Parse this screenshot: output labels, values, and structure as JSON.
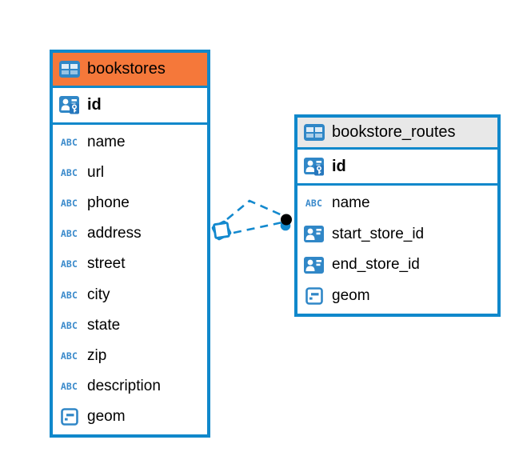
{
  "diagram": {
    "background_color": "#FFFFFF",
    "accent_blue": "#1088CB",
    "icons": {
      "text_type_label": "ABC"
    },
    "tables": [
      {
        "name": "bookstores",
        "header_color": "#F5783A",
        "columns": [
          {
            "name": "id",
            "type_icon": "primary-key-icon",
            "primary_key": true
          },
          {
            "name": "name",
            "type_icon": "text-type-icon"
          },
          {
            "name": "url",
            "type_icon": "text-type-icon"
          },
          {
            "name": "phone",
            "type_icon": "text-type-icon"
          },
          {
            "name": "address",
            "type_icon": "text-type-icon"
          },
          {
            "name": "street",
            "type_icon": "text-type-icon"
          },
          {
            "name": "city",
            "type_icon": "text-type-icon"
          },
          {
            "name": "state",
            "type_icon": "text-type-icon"
          },
          {
            "name": "zip",
            "type_icon": "text-type-icon"
          },
          {
            "name": "description",
            "type_icon": "text-type-icon"
          },
          {
            "name": "geom",
            "type_icon": "geometry-type-icon"
          }
        ]
      },
      {
        "name": "bookstore_routes",
        "header_color": "#E8E8E8",
        "columns": [
          {
            "name": "id",
            "type_icon": "primary-key-icon",
            "primary_key": true
          },
          {
            "name": "name",
            "type_icon": "text-type-icon"
          },
          {
            "name": "start_store_id",
            "type_icon": "foreign-key-icon"
          },
          {
            "name": "end_store_id",
            "type_icon": "foreign-key-icon"
          },
          {
            "name": "geom",
            "type_icon": "geometry-type-icon"
          }
        ]
      }
    ],
    "relationships": [
      {
        "from_table": "bookstores",
        "to_table": "bookstore_routes",
        "style": "dashed"
      },
      {
        "from_table": "bookstores",
        "to_table": "bookstore_routes",
        "style": "dashed"
      }
    ]
  }
}
